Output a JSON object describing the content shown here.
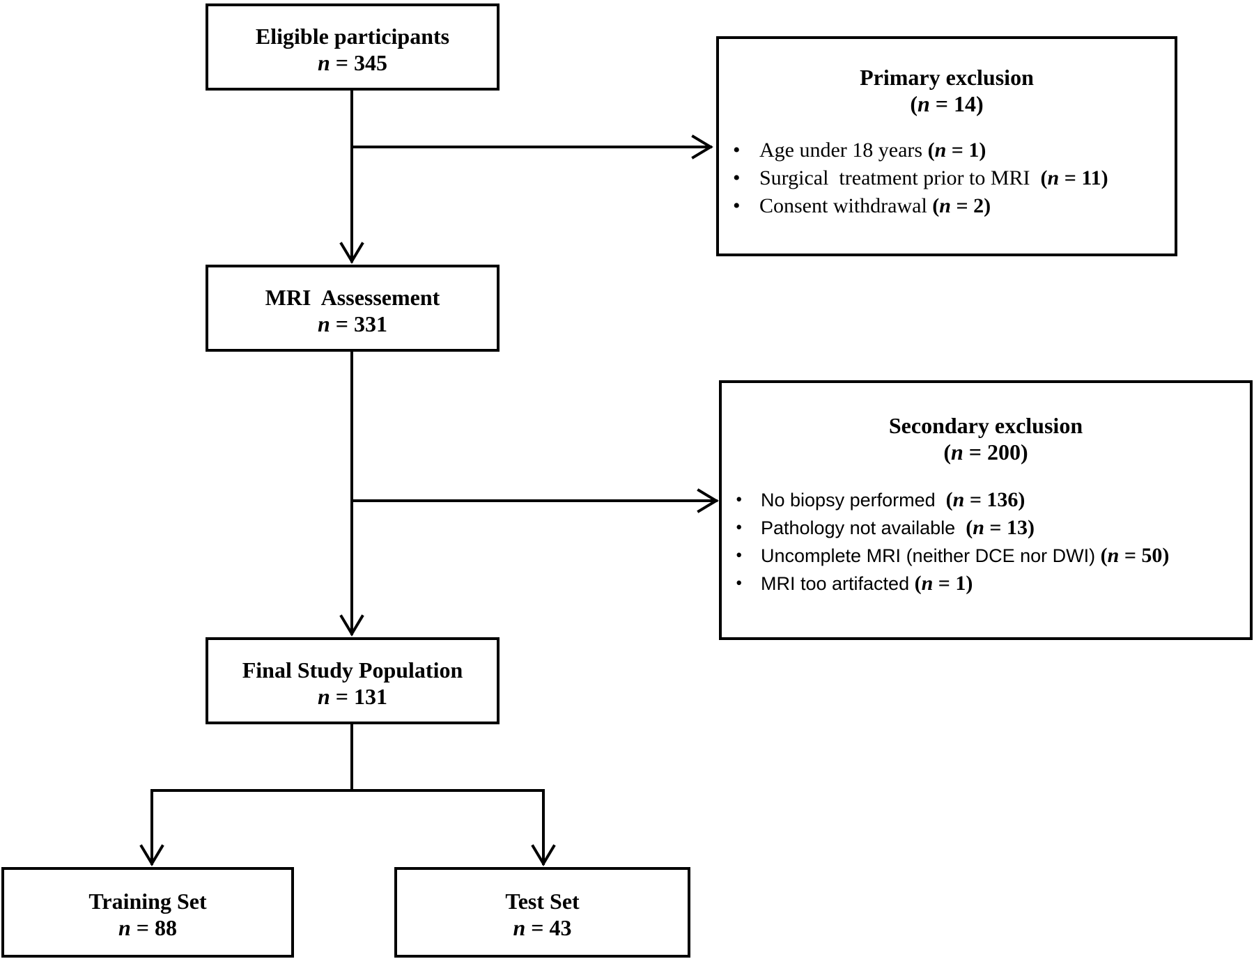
{
  "nodes": {
    "eligible": {
      "title": "Eligible participants",
      "n_label": "n",
      "n_value": "= 345"
    },
    "mri": {
      "title": "MRI  Assessement",
      "n_label": "n",
      "n_value": "= 331"
    },
    "final": {
      "title": "Final Study Population",
      "n_label": "n",
      "n_value": "= 131"
    },
    "training": {
      "title": "Training Set",
      "n_label": "n",
      "n_value": "= 88"
    },
    "test": {
      "title": "Test Set",
      "n_label": "n",
      "n_value": "= 43"
    }
  },
  "primary_exclusion": {
    "title": "Primary exclusion",
    "count_open": "(",
    "n_label": "n",
    "n_value": "= 14)",
    "items": [
      {
        "text": "Age under 18 years ",
        "open": "(",
        "n_label": "n",
        "n_value": " = 1)"
      },
      {
        "text": "Surgical  treatment prior to MRI  ",
        "open": "(",
        "n_label": "n",
        "n_value": " = 11)"
      },
      {
        "text": "Consent withdrawal ",
        "open": "(",
        "n_label": "n",
        "n_value": " = 2)"
      }
    ]
  },
  "secondary_exclusion": {
    "title": "Secondary exclusion",
    "count_open": "(",
    "n_label": "n",
    "n_value": "= 200)",
    "items": [
      {
        "text": "No biopsy performed  ",
        "open": "(",
        "n_label": "n",
        "n_value": " = 136)"
      },
      {
        "text": "Pathology not available  ",
        "open": "(",
        "n_label": "n",
        "n_value": " = 13)"
      },
      {
        "text": "Uncomplete MRI (neither DCE nor DWI) ",
        "open": "(",
        "n_label": "n",
        "n_value": " = 50)"
      },
      {
        "text": "MRI too artifacted ",
        "open": "(",
        "n_label": "n",
        "n_value": " = 1)"
      }
    ]
  },
  "bullet_char": "•",
  "colors": {
    "line": "#000000",
    "background": "#ffffff"
  }
}
